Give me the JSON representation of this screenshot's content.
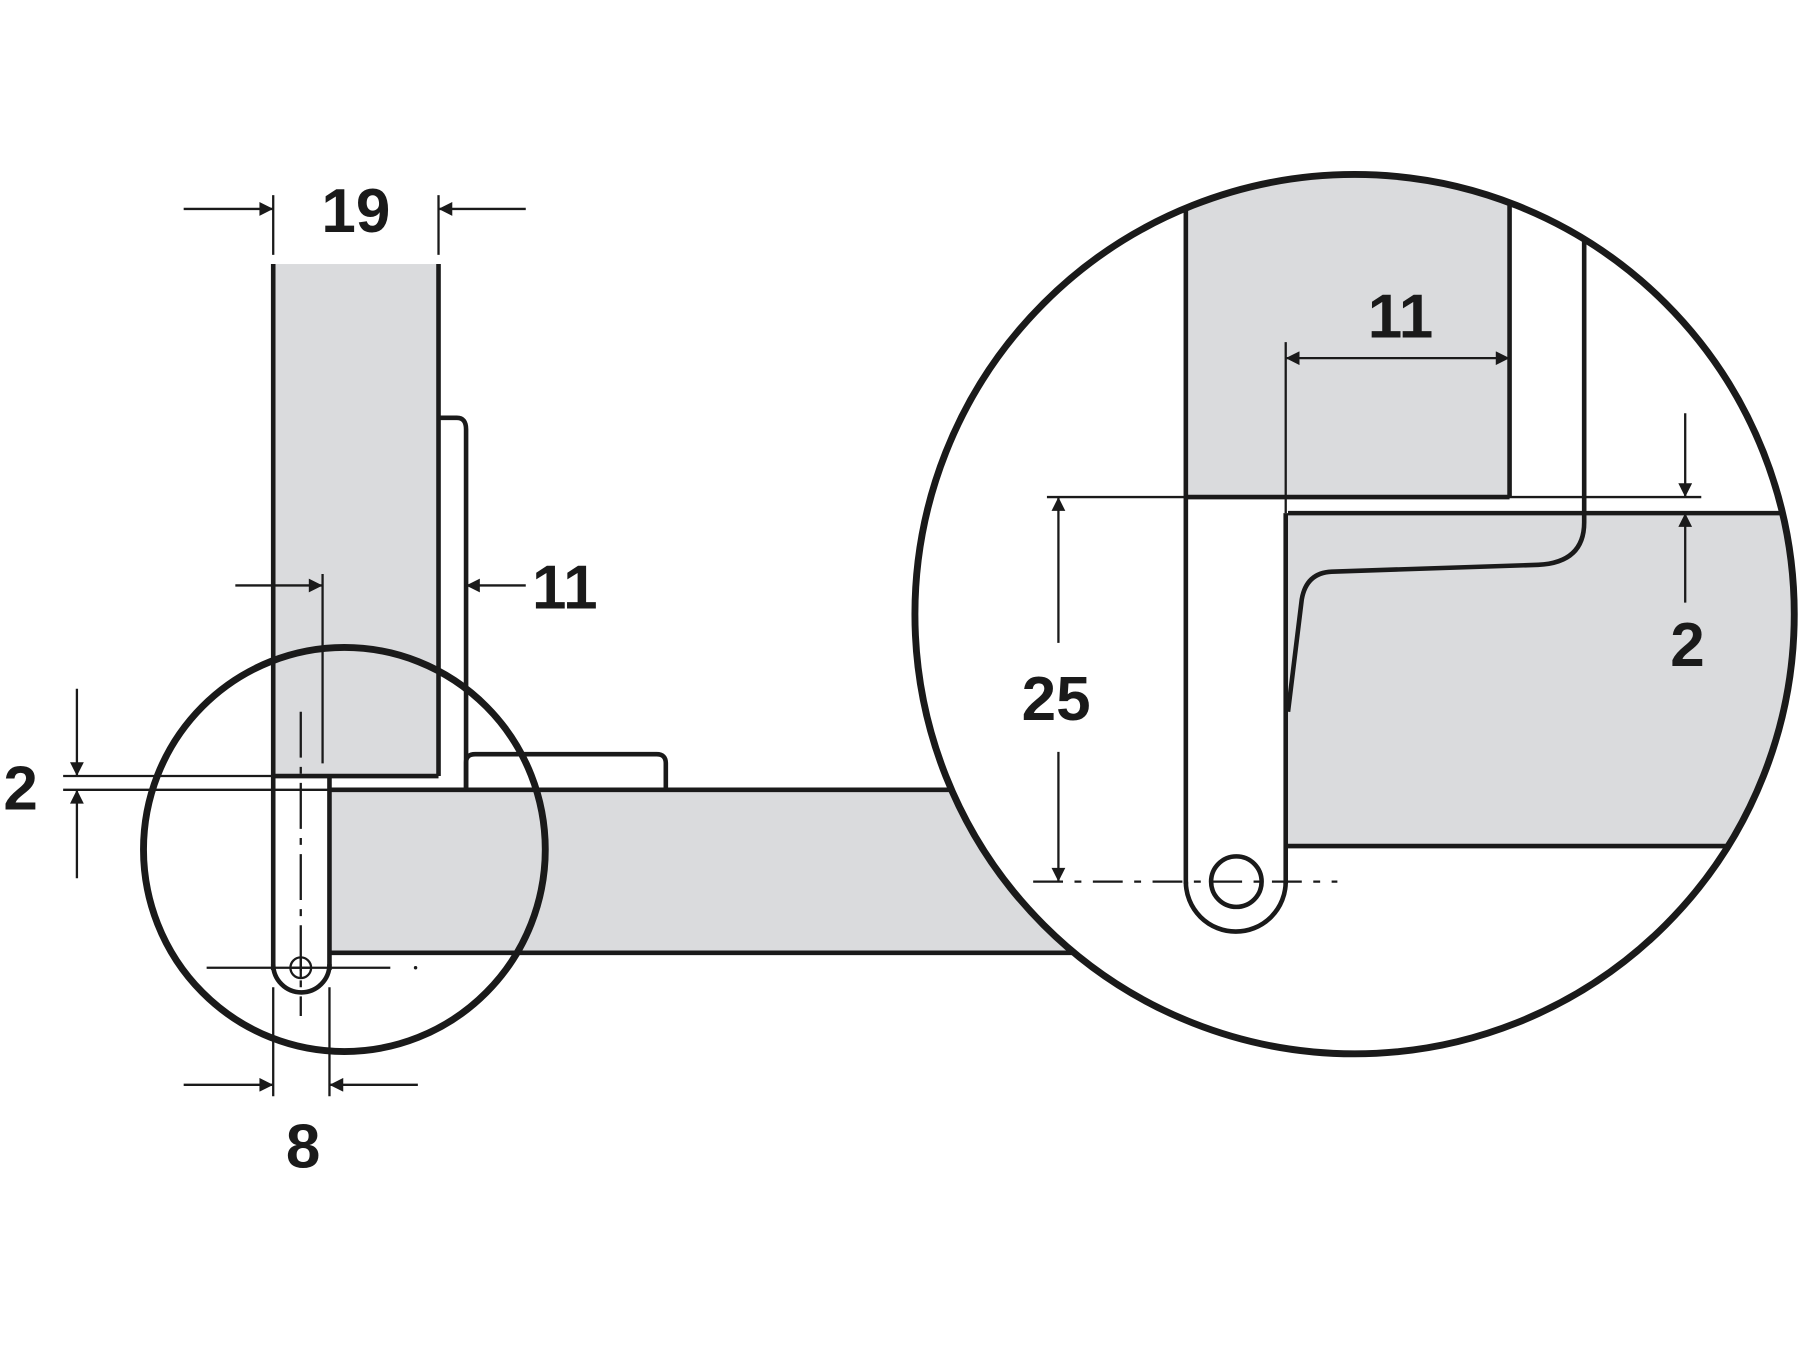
{
  "colors": {
    "panel_fill": "#dadbdd",
    "line": "#1a1a1a",
    "background": "#ffffff"
  },
  "overview": {
    "dim_door_thickness": "19",
    "dim_plate_offset": "11",
    "dim_gap": "2",
    "dim_slot_width": "8"
  },
  "detail": {
    "dim_plate_offset": "11",
    "dim_pivot_depth": "25",
    "dim_gap": "2"
  }
}
